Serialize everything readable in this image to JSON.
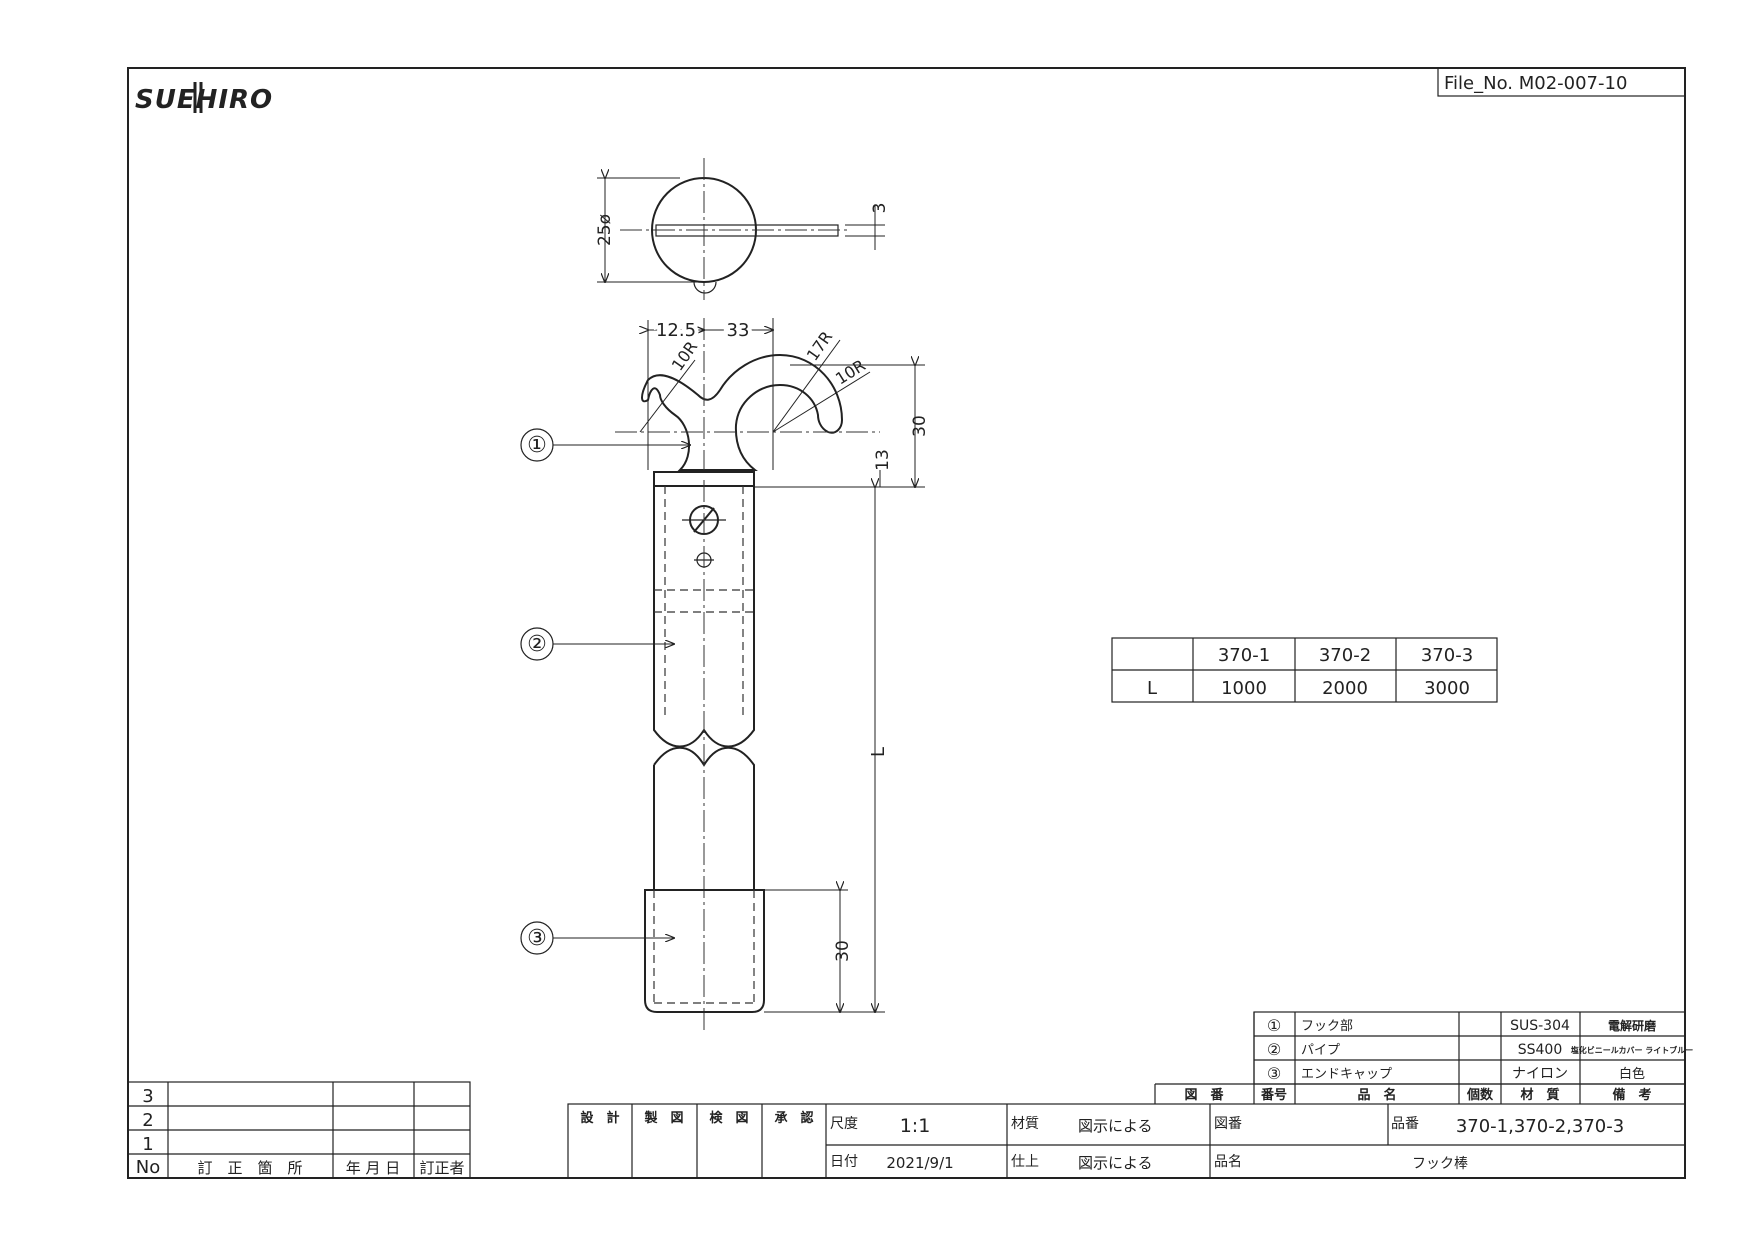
{
  "header": {
    "logo_text": "SUEHIRO",
    "file_no": "File_No. M02-007-10"
  },
  "drawing": {
    "top_view": {
      "dim_diameter": "25ø",
      "dim_plate": "3"
    },
    "hook": {
      "dim_12_5": "12.5",
      "dim_33": "33",
      "dim_r10_left": "10R",
      "dim_r17": "17R",
      "dim_r10_right": "10R",
      "dim_30": "30",
      "dim_13": "13"
    },
    "length_label": "L",
    "end_cap_dim": "30",
    "balloons": [
      "①",
      "②",
      "③"
    ]
  },
  "length_table": {
    "headers": [
      "",
      "370-1",
      "370-2",
      "370-3"
    ],
    "row": [
      "L",
      "1000",
      "2000",
      "3000"
    ]
  },
  "parts_list": {
    "rows": [
      {
        "no": "①",
        "name": "フック部",
        "qty": "",
        "material": "SUS-304",
        "note": "電解研磨"
      },
      {
        "no": "②",
        "name": "パイプ",
        "qty": "",
        "material": "SS400",
        "note": "塩化ビニールカバー ライトブルー"
      },
      {
        "no": "③",
        "name": "エンドキャップ",
        "qty": "",
        "material": "ナイロン",
        "note": "白色"
      }
    ],
    "header": {
      "zuban": "図　番",
      "bango": "番号",
      "hinmei": "品　名",
      "kosu": "個数",
      "zaishitsu": "材　質",
      "biko": "備　考"
    }
  },
  "revision_table": {
    "rows": [
      "3",
      "2",
      "1"
    ],
    "header": {
      "no": "No",
      "place": "訂　正　箇　所",
      "date": "年 月 日",
      "by": "訂正者"
    }
  },
  "title_block": {
    "design": "設　計",
    "drafting": "製　図",
    "check": "検　図",
    "approve": "承　認",
    "scale_label": "尺度",
    "scale": "1:1",
    "date_label": "日付",
    "date": "2021/9/1",
    "material_label": "材質",
    "material": "図示による",
    "finish_label": "仕上",
    "finish": "図示による",
    "drawing_no_label": "図番",
    "drawing_no": "",
    "product_name_label": "品名",
    "product_name": "フック棒",
    "part_no_label": "品番",
    "part_no": "370-1,370-2,370-3"
  }
}
